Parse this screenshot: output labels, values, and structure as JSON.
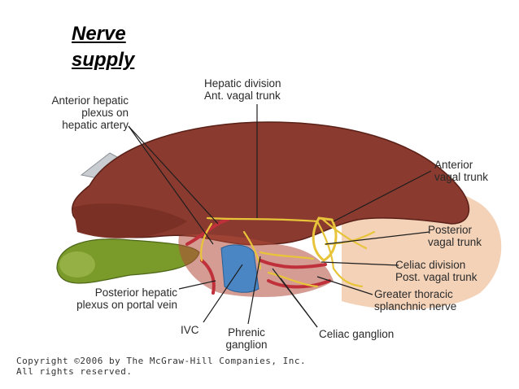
{
  "title": {
    "line1": "Nerve",
    "line2": "supply"
  },
  "labels": {
    "anterior_hepatic_plexus": [
      "Anterior hepatic",
      "plexus on",
      "hepatic artery"
    ],
    "hepatic_division": [
      "Hepatic division",
      "Ant. vagal trunk"
    ],
    "anterior_vagal_trunk": [
      "Anterior",
      "vagal trunk"
    ],
    "posterior_vagal_trunk": [
      "Posterior",
      "vagal trunk"
    ],
    "celiac_division": [
      "Celiac division",
      "Post. vagal trunk"
    ],
    "greater_thoracic_splanchnic": [
      "Greater thoracic",
      "splanchnic nerve"
    ],
    "posterior_hepatic_plexus": [
      "Posterior hepatic",
      "plexus on portal vein"
    ],
    "ivc": "IVC",
    "phrenic_ganglion": [
      "Phrenic",
      "ganglion"
    ],
    "celiac_ganglion": "Celiac ganglion"
  },
  "copyright": [
    "Copyright ©2006 by The McGraw-Hill Companies, Inc.",
    "All rights reserved."
  ],
  "colors": {
    "liver": "#8a3a2e",
    "liver_dark": "#6e2a20",
    "stomach": "#f3d2b8",
    "gallbladder": "#7a9a2a",
    "nerve": "#e8c43a",
    "ivc": "#4a86c4",
    "artery": "#c0303a"
  }
}
